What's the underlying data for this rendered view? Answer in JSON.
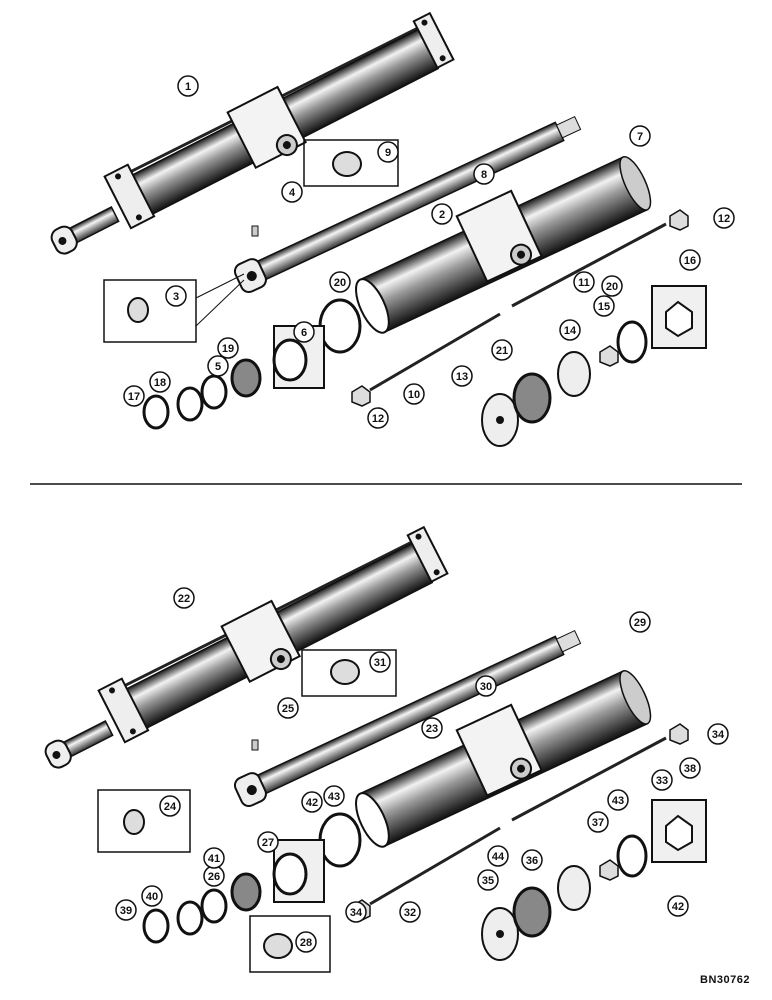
{
  "drawing_code": "BN30762",
  "callouts_top": [
    "1",
    "2",
    "3",
    "4",
    "5",
    "6",
    "7",
    "8",
    "9",
    "10",
    "11",
    "12",
    "12",
    "13",
    "14",
    "15",
    "16",
    "17",
    "18",
    "19",
    "20",
    "20",
    "21"
  ],
  "callouts_bottom": [
    "22",
    "23",
    "24",
    "25",
    "26",
    "27",
    "28",
    "29",
    "30",
    "31",
    "32",
    "33",
    "34",
    "34",
    "35",
    "36",
    "37",
    "38",
    "39",
    "40",
    "41",
    "42",
    "42",
    "43",
    "43",
    "44"
  ]
}
